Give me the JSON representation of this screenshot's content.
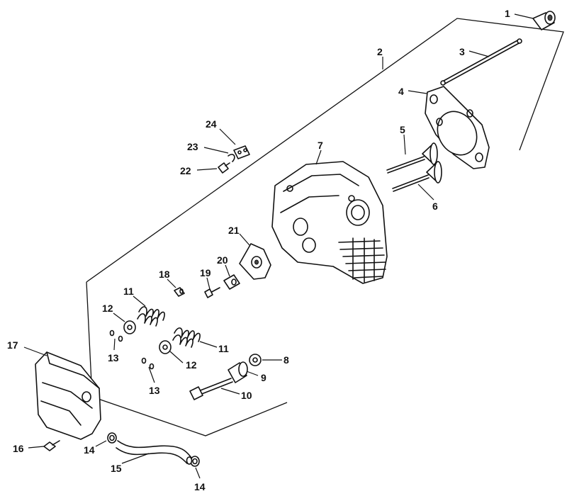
{
  "diagram": {
    "callouts": [
      {
        "id": "c1",
        "label": "1"
      },
      {
        "id": "c2",
        "label": "2"
      },
      {
        "id": "c3",
        "label": "3"
      },
      {
        "id": "c4",
        "label": "4"
      },
      {
        "id": "c5",
        "label": "5"
      },
      {
        "id": "c6",
        "label": "6"
      },
      {
        "id": "c7",
        "label": "7"
      },
      {
        "id": "c8",
        "label": "8"
      },
      {
        "id": "c9",
        "label": "9"
      },
      {
        "id": "c10",
        "label": "10"
      },
      {
        "id": "c11a",
        "label": "11"
      },
      {
        "id": "c11b",
        "label": "11"
      },
      {
        "id": "c12a",
        "label": "12"
      },
      {
        "id": "c12b",
        "label": "12"
      },
      {
        "id": "c13a",
        "label": "13"
      },
      {
        "id": "c13b",
        "label": "13"
      },
      {
        "id": "c14a",
        "label": "14"
      },
      {
        "id": "c14b",
        "label": "14"
      },
      {
        "id": "c15",
        "label": "15"
      },
      {
        "id": "c16",
        "label": "16"
      },
      {
        "id": "c17",
        "label": "17"
      },
      {
        "id": "c18",
        "label": "18"
      },
      {
        "id": "c19",
        "label": "19"
      },
      {
        "id": "c20",
        "label": "20"
      },
      {
        "id": "c21",
        "label": "21"
      },
      {
        "id": "c22",
        "label": "22"
      },
      {
        "id": "c23",
        "label": "23"
      },
      {
        "id": "c24",
        "label": "24"
      }
    ]
  }
}
